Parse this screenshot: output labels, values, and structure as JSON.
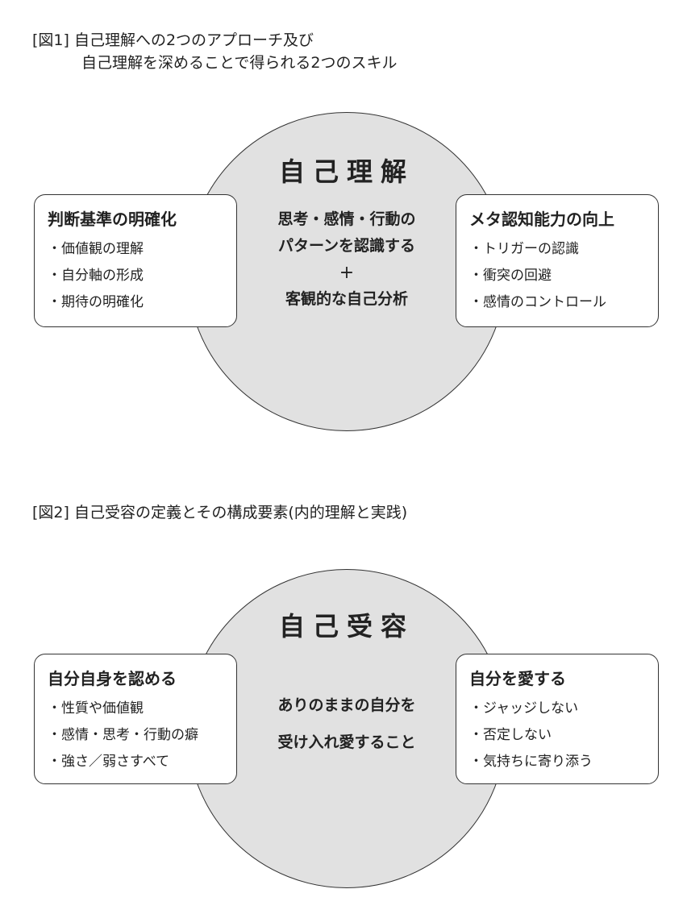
{
  "fig1": {
    "caption_line1": "[図1] 自己理解への2つのアプローチ及び",
    "caption_line2": "自己理解を深めることで得られる2つのスキル",
    "center_title": "自己理解",
    "center_lines": [
      "思考・感情・行動の",
      "パターンを認識する",
      "+",
      "客観的な自己分析"
    ],
    "left": {
      "title": "判断基準の明確化",
      "items": [
        "・価値観の理解",
        "・自分軸の形成",
        "・期待の明確化"
      ]
    },
    "right": {
      "title": "メタ認知能力の向上",
      "items": [
        "・トリガーの認識",
        "・衝突の回避",
        "・感情のコントロール"
      ]
    }
  },
  "fig2": {
    "caption": "[図2] 自己受容の定義とその構成要素(内的理解と実践)",
    "center_title": "自己受容",
    "center_lines": [
      "ありのままの自分を",
      "受け入れ愛すること"
    ],
    "left": {
      "title": "自分自身を認める",
      "items": [
        "・性質や価値観",
        "・感情・思考・行動の癖",
        "・強さ／弱さすべて"
      ]
    },
    "right": {
      "title": "自分を愛する",
      "items": [
        "・ジャッジしない",
        "・否定しない",
        "・気持ちに寄り添う"
      ]
    }
  }
}
